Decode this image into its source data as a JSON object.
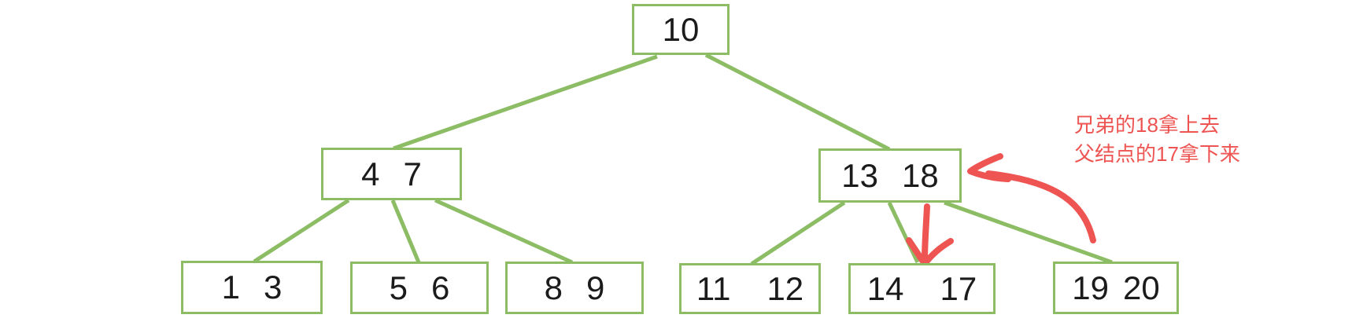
{
  "diagram": {
    "nodes": [
      {
        "id": "node-10",
        "keys": [
          "10"
        ]
      },
      {
        "id": "node-4-7",
        "keys": [
          "4",
          "7"
        ]
      },
      {
        "id": "node-13-18",
        "keys": [
          "13",
          "18"
        ]
      },
      {
        "id": "node-1-3",
        "keys": [
          "1",
          "3"
        ]
      },
      {
        "id": "node-5-6",
        "keys": [
          "5",
          "6"
        ]
      },
      {
        "id": "node-8-9",
        "keys": [
          "8",
          "9"
        ]
      },
      {
        "id": "node-11-12",
        "keys": [
          "11",
          "12"
        ]
      },
      {
        "id": "node-14-17",
        "keys": [
          "14",
          "17"
        ]
      },
      {
        "id": "node-19-20",
        "keys": [
          "19",
          "20"
        ]
      }
    ],
    "edges": [
      {
        "from": "10",
        "to": "4 7"
      },
      {
        "from": "10",
        "to": "13 18"
      },
      {
        "from": "4 7",
        "to": "1 3"
      },
      {
        "from": "4 7",
        "to": "5 6"
      },
      {
        "from": "4 7",
        "to": "8 9"
      },
      {
        "from": "13 18",
        "to": "11 12"
      },
      {
        "from": "13 18",
        "to": "14 17"
      },
      {
        "from": "13 18",
        "to": "19 20"
      }
    ],
    "annotation": {
      "lines": [
        "兄弟的18拿上去",
        "父结点的17拿下来"
      ],
      "arrows": [
        {
          "name": "curved-arrow",
          "points_to": "13 18"
        },
        {
          "name": "down-arrow",
          "points_to": "14 17"
        }
      ]
    },
    "colors": {
      "green": "#8cbd65",
      "red": "#ee5451",
      "key_text": "#1b1b1b",
      "background": "#ffffff"
    }
  }
}
